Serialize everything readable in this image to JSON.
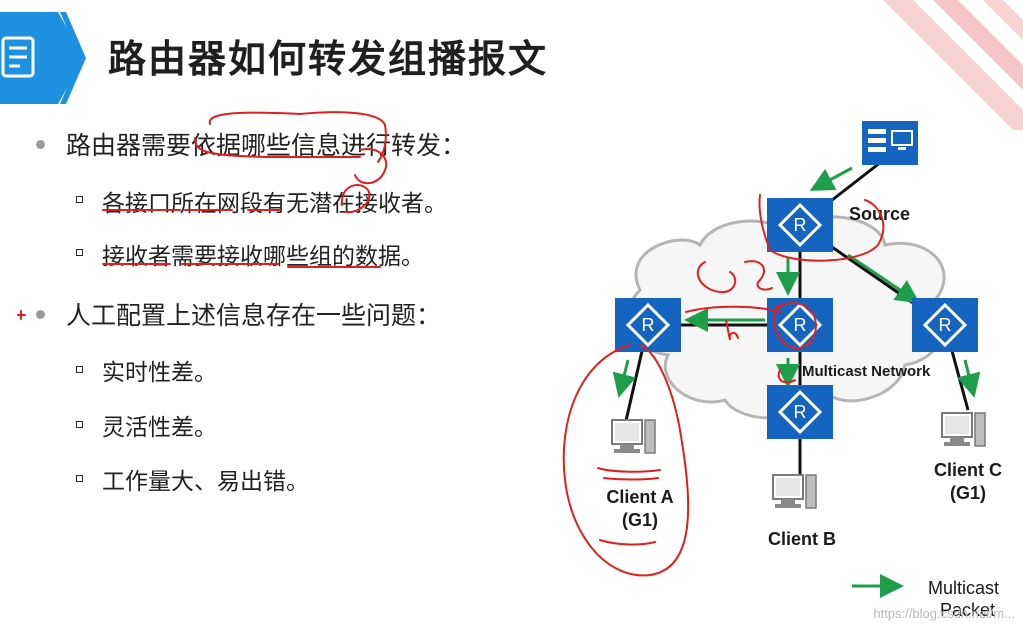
{
  "title": "路由器如何转发组播报文",
  "bullets": {
    "b1": "路由器需要依据哪些信息进行转发：",
    "b1_1": "各接口所在网段有无潜在接收者。",
    "b1_2": "接收者需要接收哪些组的数据。",
    "b2": "人工配置上述信息存在一些问题：",
    "b2_1": "实时性差。",
    "b2_2": "灵活性差。",
    "b2_3": "工作量大、易出错。"
  },
  "diagram": {
    "source_label": "Source",
    "network_label": "Multicast Network",
    "client_a": "Client A",
    "client_a_group": "(G1)",
    "client_b": "Client B",
    "client_c": "Client C",
    "client_c_group": "(G1)",
    "router_letter": "R",
    "legend_label_1": "Multicast",
    "legend_label_2": "Packet",
    "ink_annotation": "G1",
    "ink_annotation_2": "b"
  },
  "watermark": "https://blog.csdn.net/m...",
  "colors": {
    "accent_blue": "#1e90e0",
    "router_blue": "#1565c0",
    "packet_green": "#1e9e4a",
    "ink_red": "#e02020",
    "stripe_pink": "#f4c6c6"
  },
  "icons": [
    "slide-icon",
    "router-icon",
    "server-icon",
    "pc-icon"
  ]
}
